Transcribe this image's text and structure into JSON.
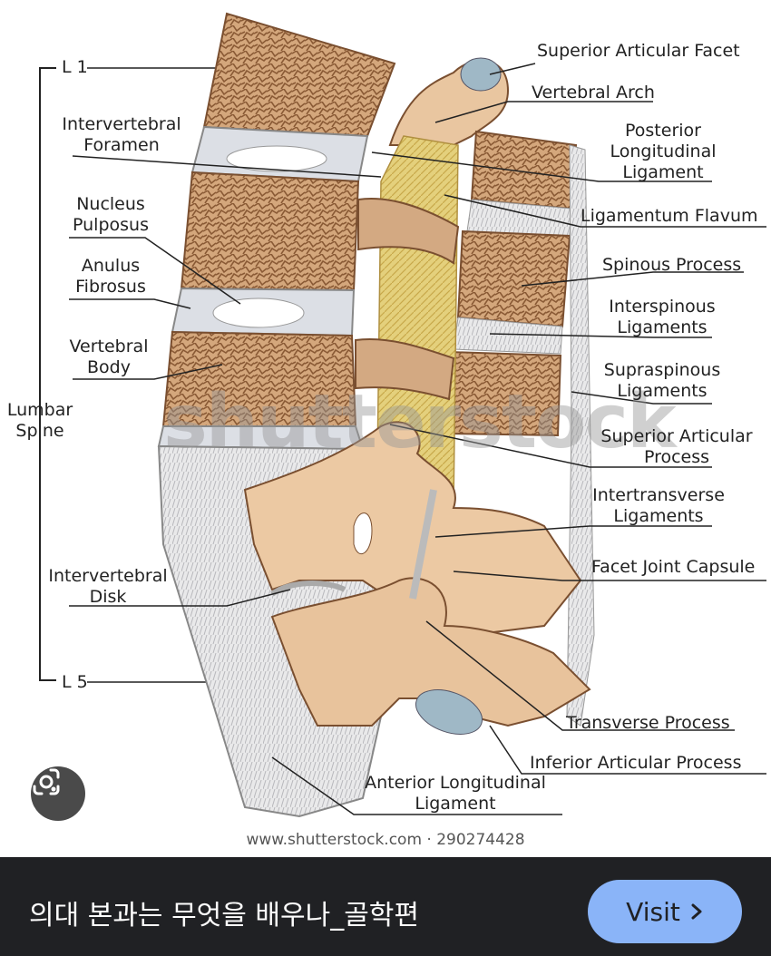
{
  "labels": {
    "l1": "L 1",
    "intervertebral_foramen": "Intervertebral Foramen",
    "nucleus_pulposus": "Nucleus Pulposus",
    "anulus_fibrosus": "Anulus Fibrosus",
    "vertebral_body": "Vertebral Body",
    "lumbar_spine": "Lumbar Spine",
    "intervertebral_disk": "Intervertebral Disk",
    "l5": "L 5",
    "superior_articular_facet": "Superior Articular Facet",
    "vertebral_arch": "Vertebral Arch",
    "posterior_longitudinal_ligament": "Posterior Longitudinal Ligament",
    "ligamentum_flavum": "Ligamentum Flavum",
    "spinous_process": "Spinous Process",
    "interspinous_ligaments": "Interspinous Ligaments",
    "supraspinous_ligaments": "Supraspinous Ligaments",
    "superior_articular_process": "Superior Articular Process",
    "intertransverse_ligaments": "Intertransverse Ligaments",
    "facet_joint_capsule": "Facet Joint Capsule",
    "transverse_process": "Transverse Process",
    "inferior_articular_process": "Inferior Articular Process",
    "anterior_longitudinal_ligament": "Anterior Longitudinal Ligament"
  },
  "watermark": "shutterstock",
  "credit": "www.shutterstock.com · 290274428",
  "bottom_bar": {
    "title": "의대 본과는 무엇을 배우나_골학편",
    "visit_label": "Visit",
    "visit_icon": "chevron-right-icon"
  },
  "lens_button": {
    "icon": "google-lens-icon"
  },
  "colors": {
    "bone": "#e8c9a8",
    "cancellous": "#b07a50",
    "disk": "#d9dde3",
    "ligament": "#e3cc7a",
    "accent": "#8ab4f8",
    "bar": "#202124"
  }
}
